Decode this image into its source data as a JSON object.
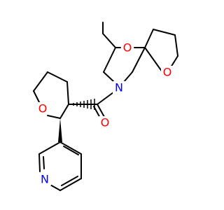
{
  "molecule": {
    "atoms": {
      "o_ring6": "O",
      "o_thf_right": "O",
      "n_amide": "N",
      "o_carbonyl": "O",
      "o_thf_left": "O",
      "n_pyridine": "N"
    }
  },
  "colors": {
    "bond": "#000000",
    "oxygen": "#ff0000",
    "nitrogen": "#0000ff",
    "background": "#ffffff"
  }
}
